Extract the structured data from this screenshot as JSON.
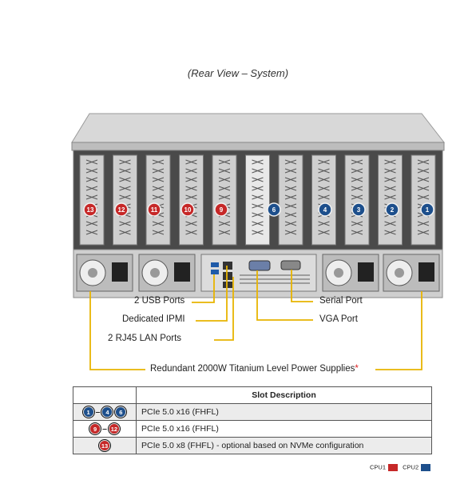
{
  "caption": "(Rear View – System)",
  "colors": {
    "cpu1": "#c62828",
    "cpu2": "#1d4f8c",
    "leader": "#e8b400"
  },
  "slot_badges": [
    {
      "label": "13",
      "cpu": "cpu1"
    },
    {
      "label": "12",
      "cpu": "cpu1"
    },
    {
      "label": "11",
      "cpu": "cpu1"
    },
    {
      "label": "10",
      "cpu": "cpu1"
    },
    {
      "label": "9",
      "cpu": "cpu1"
    },
    {
      "label": "6",
      "cpu": "cpu2"
    },
    {
      "label": "4",
      "cpu": "cpu2"
    },
    {
      "label": "3",
      "cpu": "cpu2"
    },
    {
      "label": "2",
      "cpu": "cpu2"
    },
    {
      "label": "1",
      "cpu": "cpu2"
    }
  ],
  "callouts": {
    "usb": "2 USB Ports",
    "ipmi": "Dedicated IPMI",
    "lan": "2 RJ45 LAN Ports",
    "serial": "Serial Port",
    "vga": "VGA Port",
    "psu": "Redundant 2000W Titanium Level Power Supplies",
    "psu_mark": "*"
  },
  "table": {
    "header": "Slot Description",
    "rows": [
      {
        "from": "1",
        "from2": "4",
        "extra": "6",
        "cpu": "cpu2",
        "desc": "PCIe 5.0 x16 (FHFL)"
      },
      {
        "from": "9",
        "from2": "12",
        "cpu": "cpu1",
        "desc": "PCIe 5.0 x16 (FHFL)"
      },
      {
        "from": "13",
        "cpu": "cpu1",
        "desc": "PCIe 5.0 x8 (FHFL) - optional based on NVMe configuration"
      }
    ]
  },
  "legend": {
    "cpu1": "CPU1",
    "cpu2": "CPU2"
  }
}
